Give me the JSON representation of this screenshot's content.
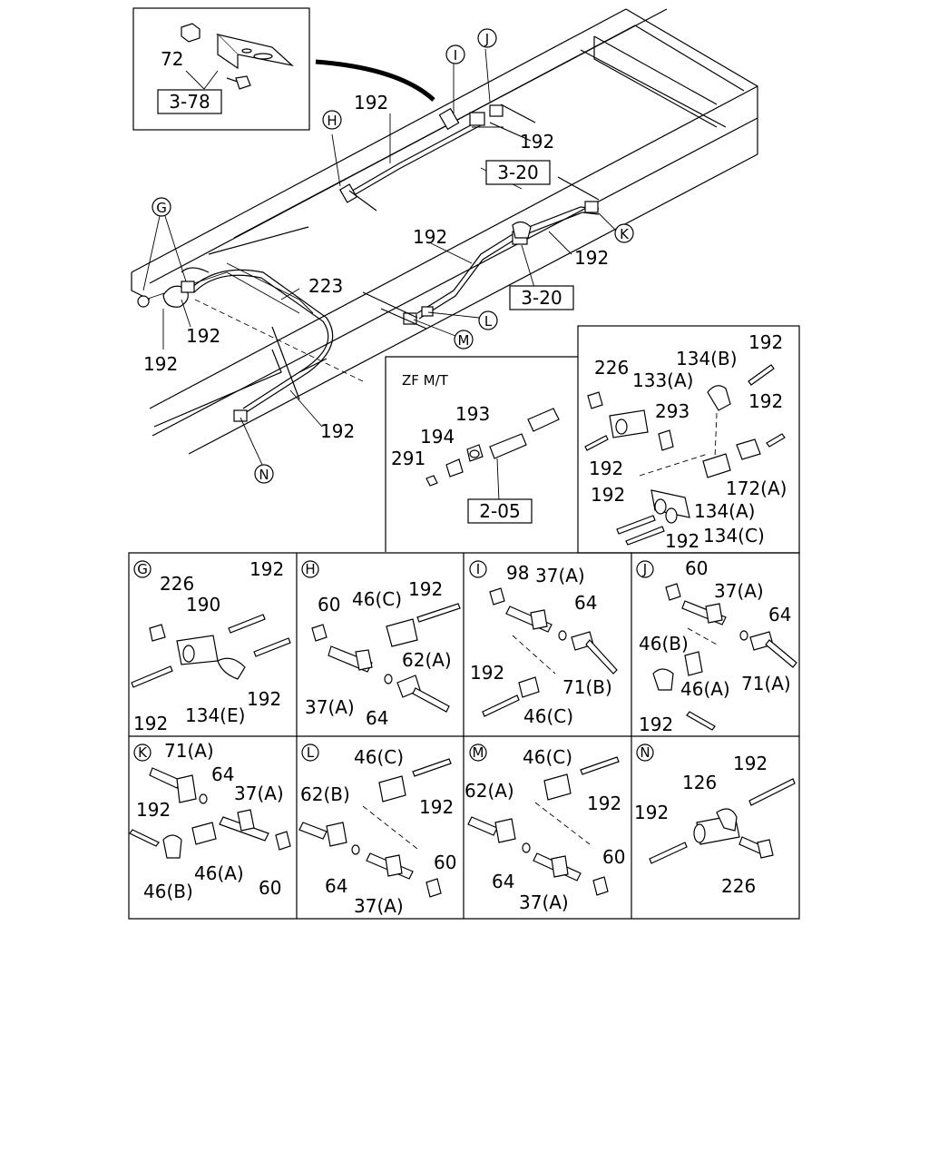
{
  "main": {
    "inset": {
      "labels": [
        "72"
      ],
      "ref": "3-78"
    },
    "refs": [
      "3-20",
      "3-20"
    ],
    "part_labels": [
      "192",
      "192",
      "192",
      "192",
      "192",
      "192",
      "192",
      "223"
    ],
    "callouts": [
      "G",
      "H",
      "I",
      "J",
      "K",
      "L",
      "M",
      "N"
    ]
  },
  "zf": {
    "title": "ZF  M/T",
    "labels": [
      "193",
      "194",
      "291"
    ],
    "ref": "2-05"
  },
  "right_detail": {
    "labels": [
      "226",
      "133(A)",
      "134(B)",
      "192",
      "192",
      "293",
      "192",
      "172(A)",
      "192",
      "134(A)",
      "192",
      "134(C)"
    ]
  },
  "panels": [
    {
      "letter": "G",
      "labels": [
        "226",
        "190",
        "192",
        "192",
        "192",
        "134(E)"
      ]
    },
    {
      "letter": "H",
      "labels": [
        "60",
        "46(C)",
        "192",
        "62(A)",
        "37(A)",
        "64"
      ]
    },
    {
      "letter": "I",
      "labels": [
        "98",
        "37(A)",
        "64",
        "192",
        "71(B)",
        "46(C)"
      ]
    },
    {
      "letter": "J",
      "labels": [
        "60",
        "37(A)",
        "64",
        "46(B)",
        "46(A)",
        "71(A)",
        "192"
      ]
    },
    {
      "letter": "K",
      "labels": [
        "71(A)",
        "64",
        "37(A)",
        "192",
        "46(B)",
        "46(A)",
        "60"
      ]
    },
    {
      "letter": "L",
      "labels": [
        "46(C)",
        "62(B)",
        "192",
        "64",
        "60",
        "37(A)"
      ]
    },
    {
      "letter": "M",
      "labels": [
        "46(C)",
        "62(A)",
        "192",
        "64",
        "60",
        "37(A)"
      ]
    },
    {
      "letter": "N",
      "labels": [
        "192",
        "126",
        "192",
        "226"
      ]
    }
  ]
}
